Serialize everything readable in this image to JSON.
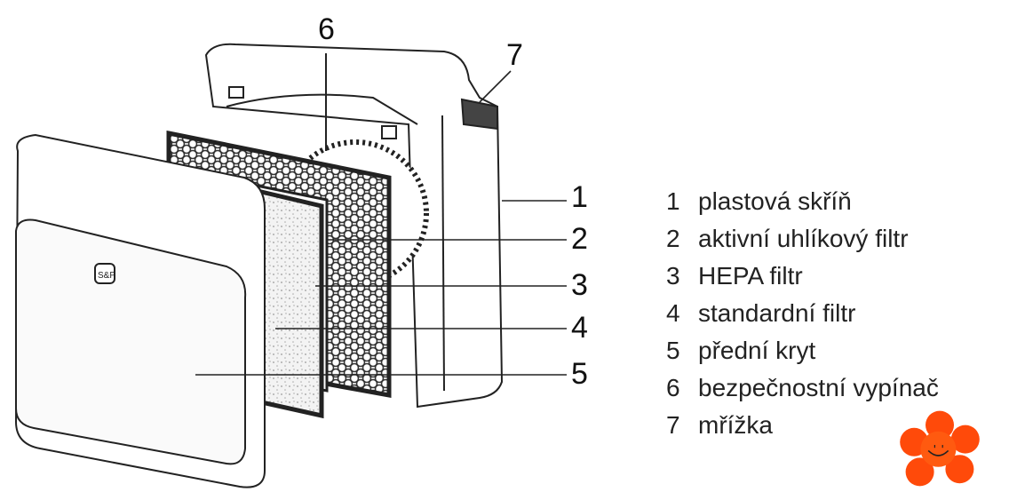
{
  "callouts": [
    "1",
    "2",
    "3",
    "4",
    "5",
    "6",
    "7"
  ],
  "legend": [
    {
      "num": "1",
      "label": "plastová skříň"
    },
    {
      "num": "2",
      "label": "aktivní uhlíkový filtr"
    },
    {
      "num": "3",
      "label": "HEPA filtr"
    },
    {
      "num": "4",
      "label": "standardní filtr"
    },
    {
      "num": "5",
      "label": "přední kryt"
    },
    {
      "num": "6",
      "label": "bezpečnostní vypínač"
    },
    {
      "num": "7",
      "label": "mřížka"
    }
  ],
  "colors": {
    "flower": "#ff4a0a",
    "flower_center": "#ff5a10",
    "line": "#222222"
  }
}
